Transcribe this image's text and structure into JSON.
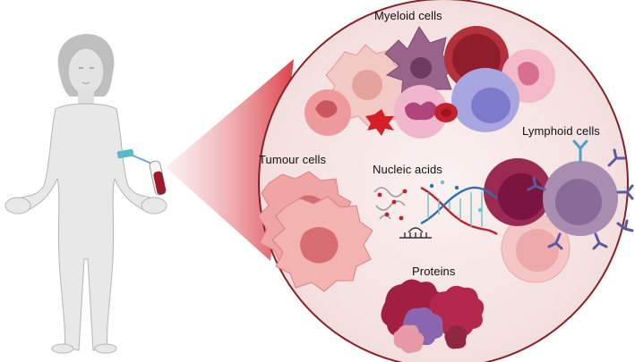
{
  "labels": {
    "myeloid": "Myeloid cells",
    "lymphoid": "Lymphoid cells",
    "tumour": "Tumour cells",
    "nucleic": "Nucleic acids",
    "proteins": "Proteins"
  },
  "colors": {
    "circle_fill": "#f7e9e8",
    "circle_stroke": "#8a1f28",
    "zoom_cone": "#e05a5f",
    "skin": "#e8e8e8",
    "blood": "#9c1b27",
    "tourniquet": "#5ab9c9",
    "dna_strand_a": "#c0202f",
    "dna_strand_b": "#2d6fb4"
  },
  "icons": [
    "human-figure-icon",
    "blood-tube-icon",
    "zoom-circle",
    "myeloid-cell-icon",
    "lymphoid-cell-icon",
    "tumour-cell-icon",
    "dna-icon",
    "protein-icon",
    "antibody-icon"
  ]
}
